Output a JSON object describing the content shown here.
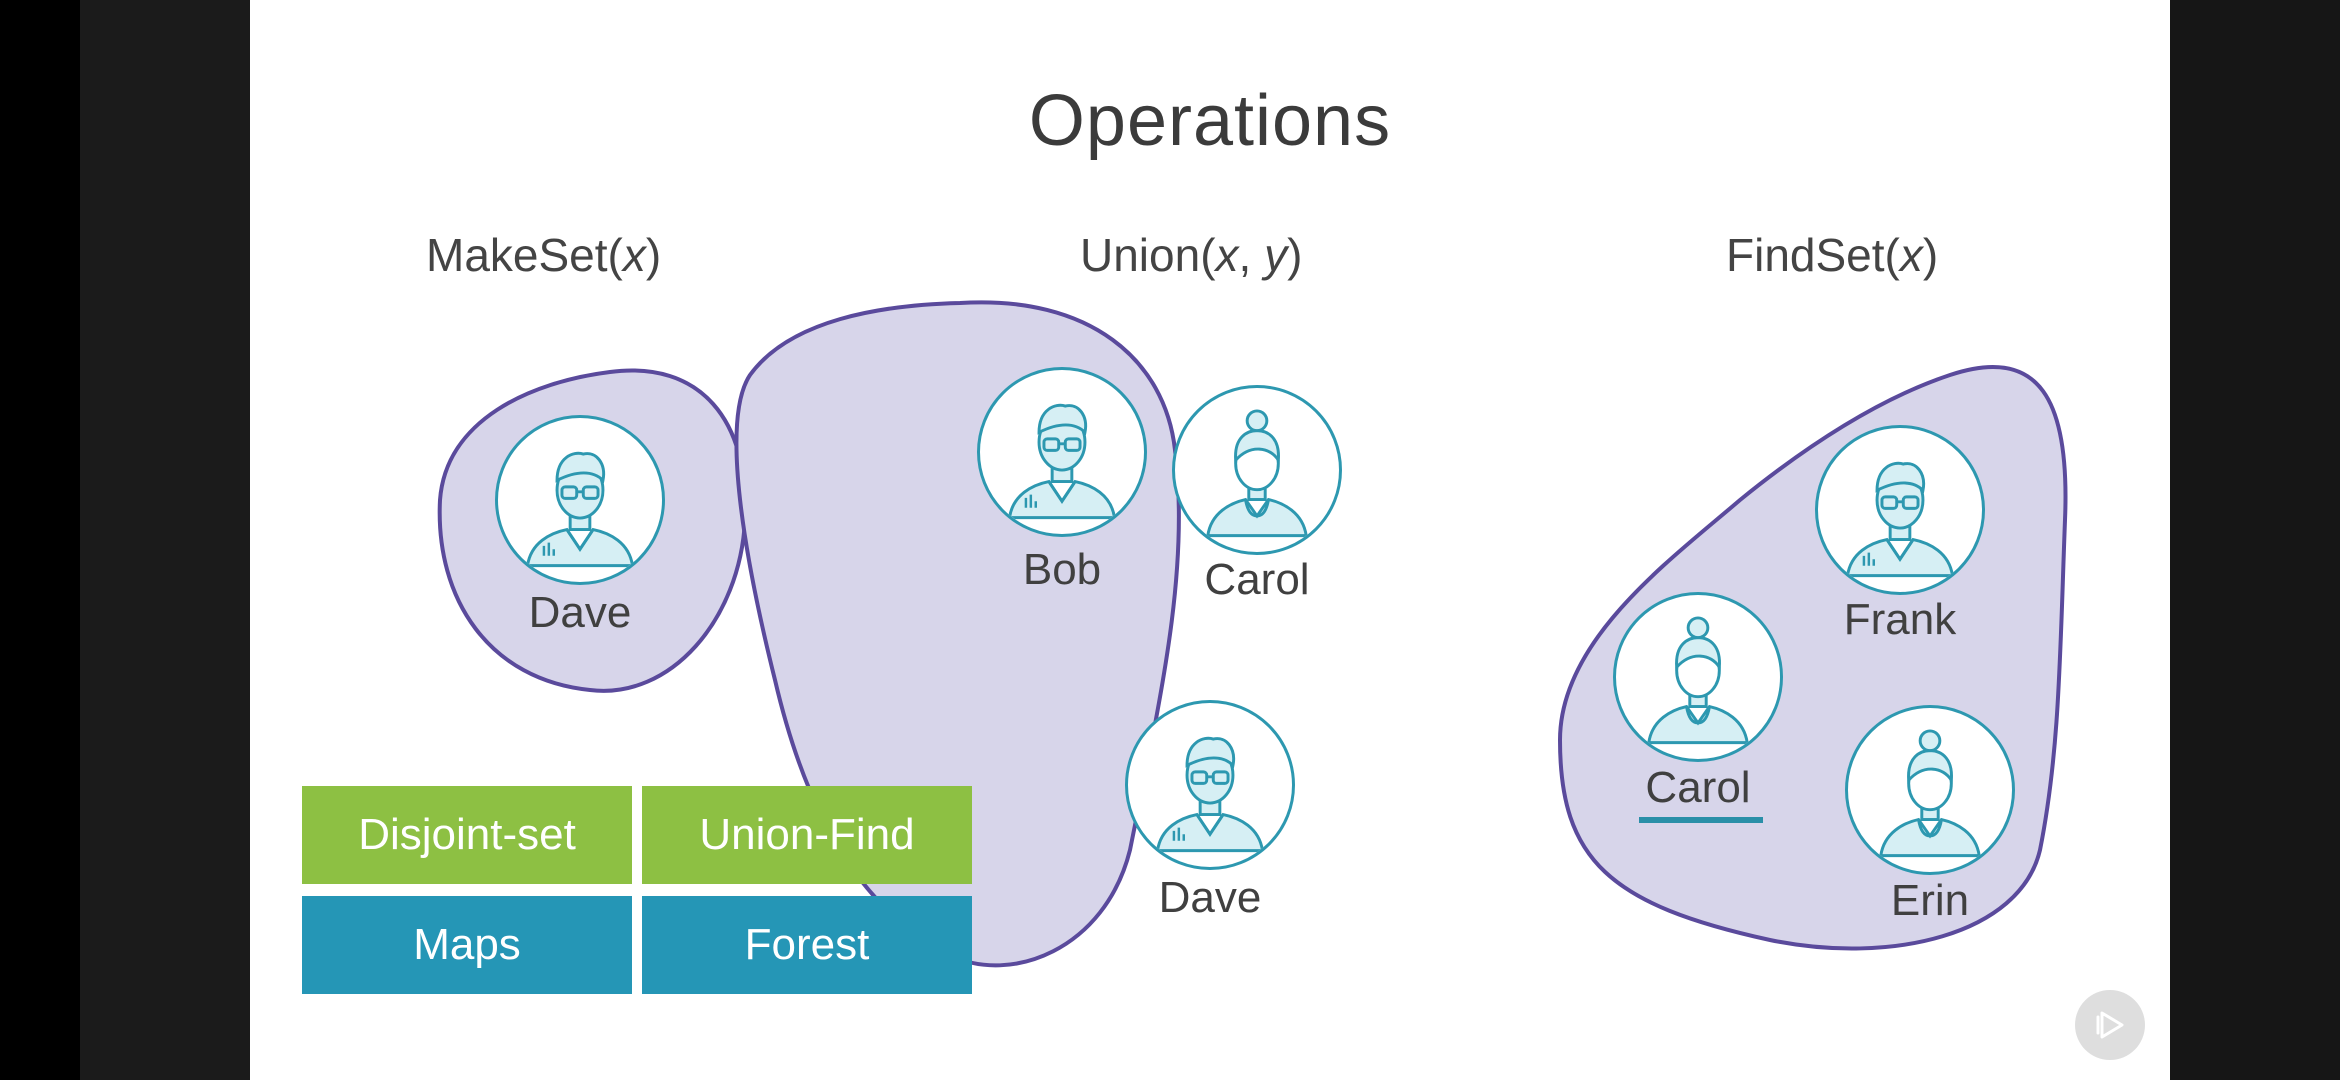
{
  "title": "Operations",
  "operations": {
    "makeset": {
      "name": "MakeSet(",
      "arg": "x",
      "close": ")"
    },
    "union": {
      "name": "Union(",
      "arg1": "x",
      "sep": ", ",
      "arg2": "y",
      "close": ")"
    },
    "findset": {
      "name": "FindSet(",
      "arg": "x",
      "close": ")"
    }
  },
  "people": {
    "makeset_dave": "Dave",
    "union_bob": "Bob",
    "union_carol": "Carol",
    "union_dave": "Dave",
    "findset_frank": "Frank",
    "findset_carol": "Carol",
    "findset_erin": "Erin"
  },
  "tags": {
    "disjoint_set": "Disjoint-set",
    "union_find": "Union-Find",
    "maps": "Maps",
    "forest": "Forest"
  },
  "colors": {
    "blob_fill": "#d7d5ea",
    "blob_stroke": "#5a4a9c",
    "avatar_stroke": "#2d98b0",
    "tag_green": "#8dc043",
    "tag_blue": "#2596b6"
  },
  "icons": {
    "male_avatar": "man-with-glasses-icon",
    "female_avatar": "woman-with-bun-icon",
    "play": "play-icon"
  }
}
